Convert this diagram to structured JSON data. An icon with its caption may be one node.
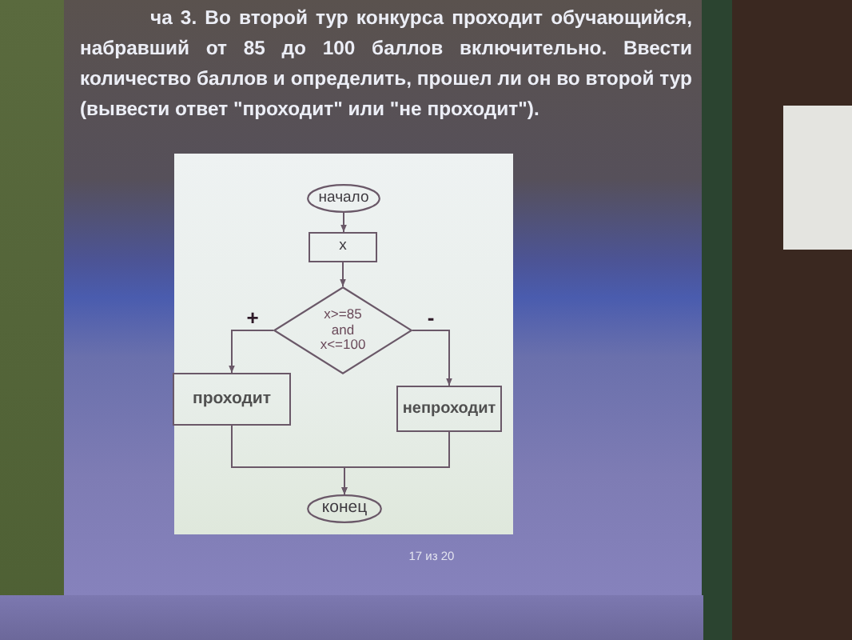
{
  "diagram": {
    "nodes": [
      {
        "text": [
          "начало"
        ]
      },
      {
        "text": [
          "x"
        ]
      },
      {
        "text": [
          "x>=85 and x<=100"
        ]
      },
      {
        "text": [
          "проходит"
        ]
      },
      {
        "text": [
          "непроходит"
        ]
      },
      {
        "text": [
          "конец"
        ]
      }
    ],
    "edges": [
      {
        "from": 0,
        "to": 1,
        "arrow": "to"
      },
      {
        "from": 1,
        "to": 2,
        "arrow": "to"
      },
      {
        "from": 2,
        "to": 3,
        "arrow": "to",
        "label": "+"
      },
      {
        "from": 2,
        "to": 4,
        "arrow": "to",
        "label": "-"
      },
      {
        "from": 3,
        "to": 5,
        "arrow": "to"
      },
      {
        "from": 4,
        "to": 5,
        "arrow": "to"
      }
    ],
    "labels": [
      "ча 3. Во второй тур конкурса проходит обучающийся, набравший от 85 до 100 баллов включительно. Ввести количество баллов и определить, прошел ли он во второй тур (вывести ответ \"проходит\" или \"не проходит\").",
      "17 из 20"
    ]
  }
}
